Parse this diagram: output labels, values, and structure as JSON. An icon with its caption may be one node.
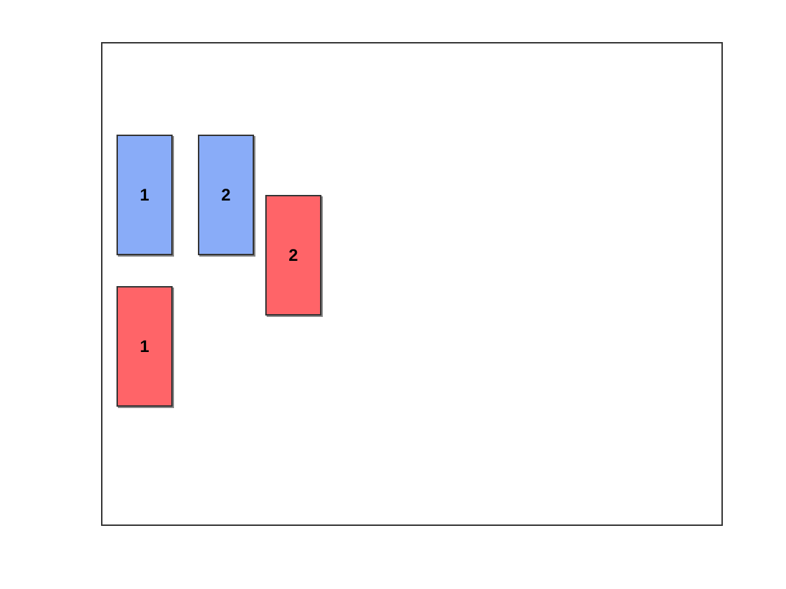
{
  "diagram": {
    "nodes": [
      {
        "text": [],
        "shape": "box"
      },
      {
        "text": [
          "1"
        ],
        "in": 0
      },
      {
        "text": [
          "2"
        ],
        "in": 0
      },
      {
        "text": [
          "2"
        ],
        "in": 0
      },
      {
        "text": [
          "1"
        ],
        "in": 0
      }
    ]
  }
}
